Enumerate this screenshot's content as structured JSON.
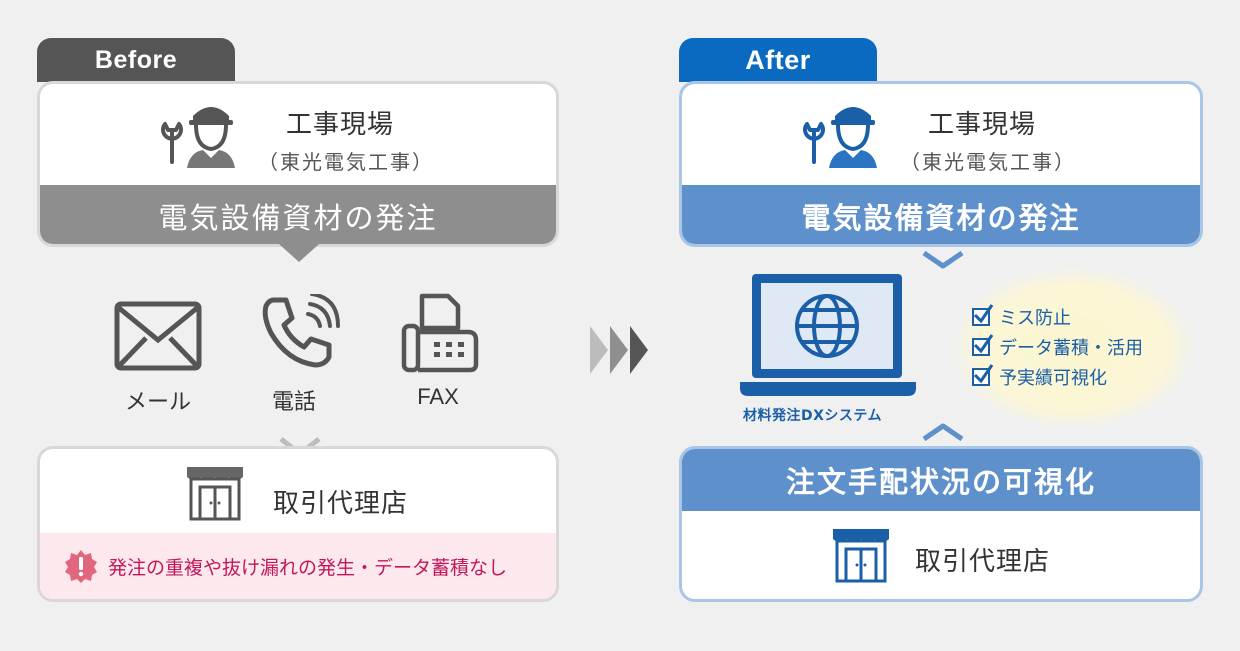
{
  "before": {
    "tab_label": "Before",
    "site": {
      "title": "工事現場",
      "subtitle": "（東光電気工事）"
    },
    "order_band": "電気設備資材の発注",
    "channels": [
      {
        "label": "メール",
        "icon": "envelope-icon"
      },
      {
        "label": "電話",
        "icon": "phone-icon"
      },
      {
        "label": "FAX",
        "icon": "fax-icon"
      }
    ],
    "dealer": "取引代理店",
    "warning": "発注の重複や抜け漏れの発生・データ蓄積なし"
  },
  "after": {
    "tab_label": "After",
    "site": {
      "title": "工事現場",
      "subtitle": "（東光電気工事）"
    },
    "order_band": "電気設備資材の発注",
    "system_label": "材料発注DXシステム",
    "benefits": [
      "ミス防止",
      "データ蓄積・活用",
      "予実績可視化"
    ],
    "visibility_band": "注文手配状況の可視化",
    "dealer": "取引代理店"
  },
  "colors": {
    "before_tab": "#555555",
    "after_tab": "#0a6ac0",
    "before_band": "#8e8e8e",
    "after_band": "#5e90cc",
    "warning_text": "#c2185b",
    "warning_bg": "#fde8ee",
    "accent_blue": "#1a5fa8"
  }
}
